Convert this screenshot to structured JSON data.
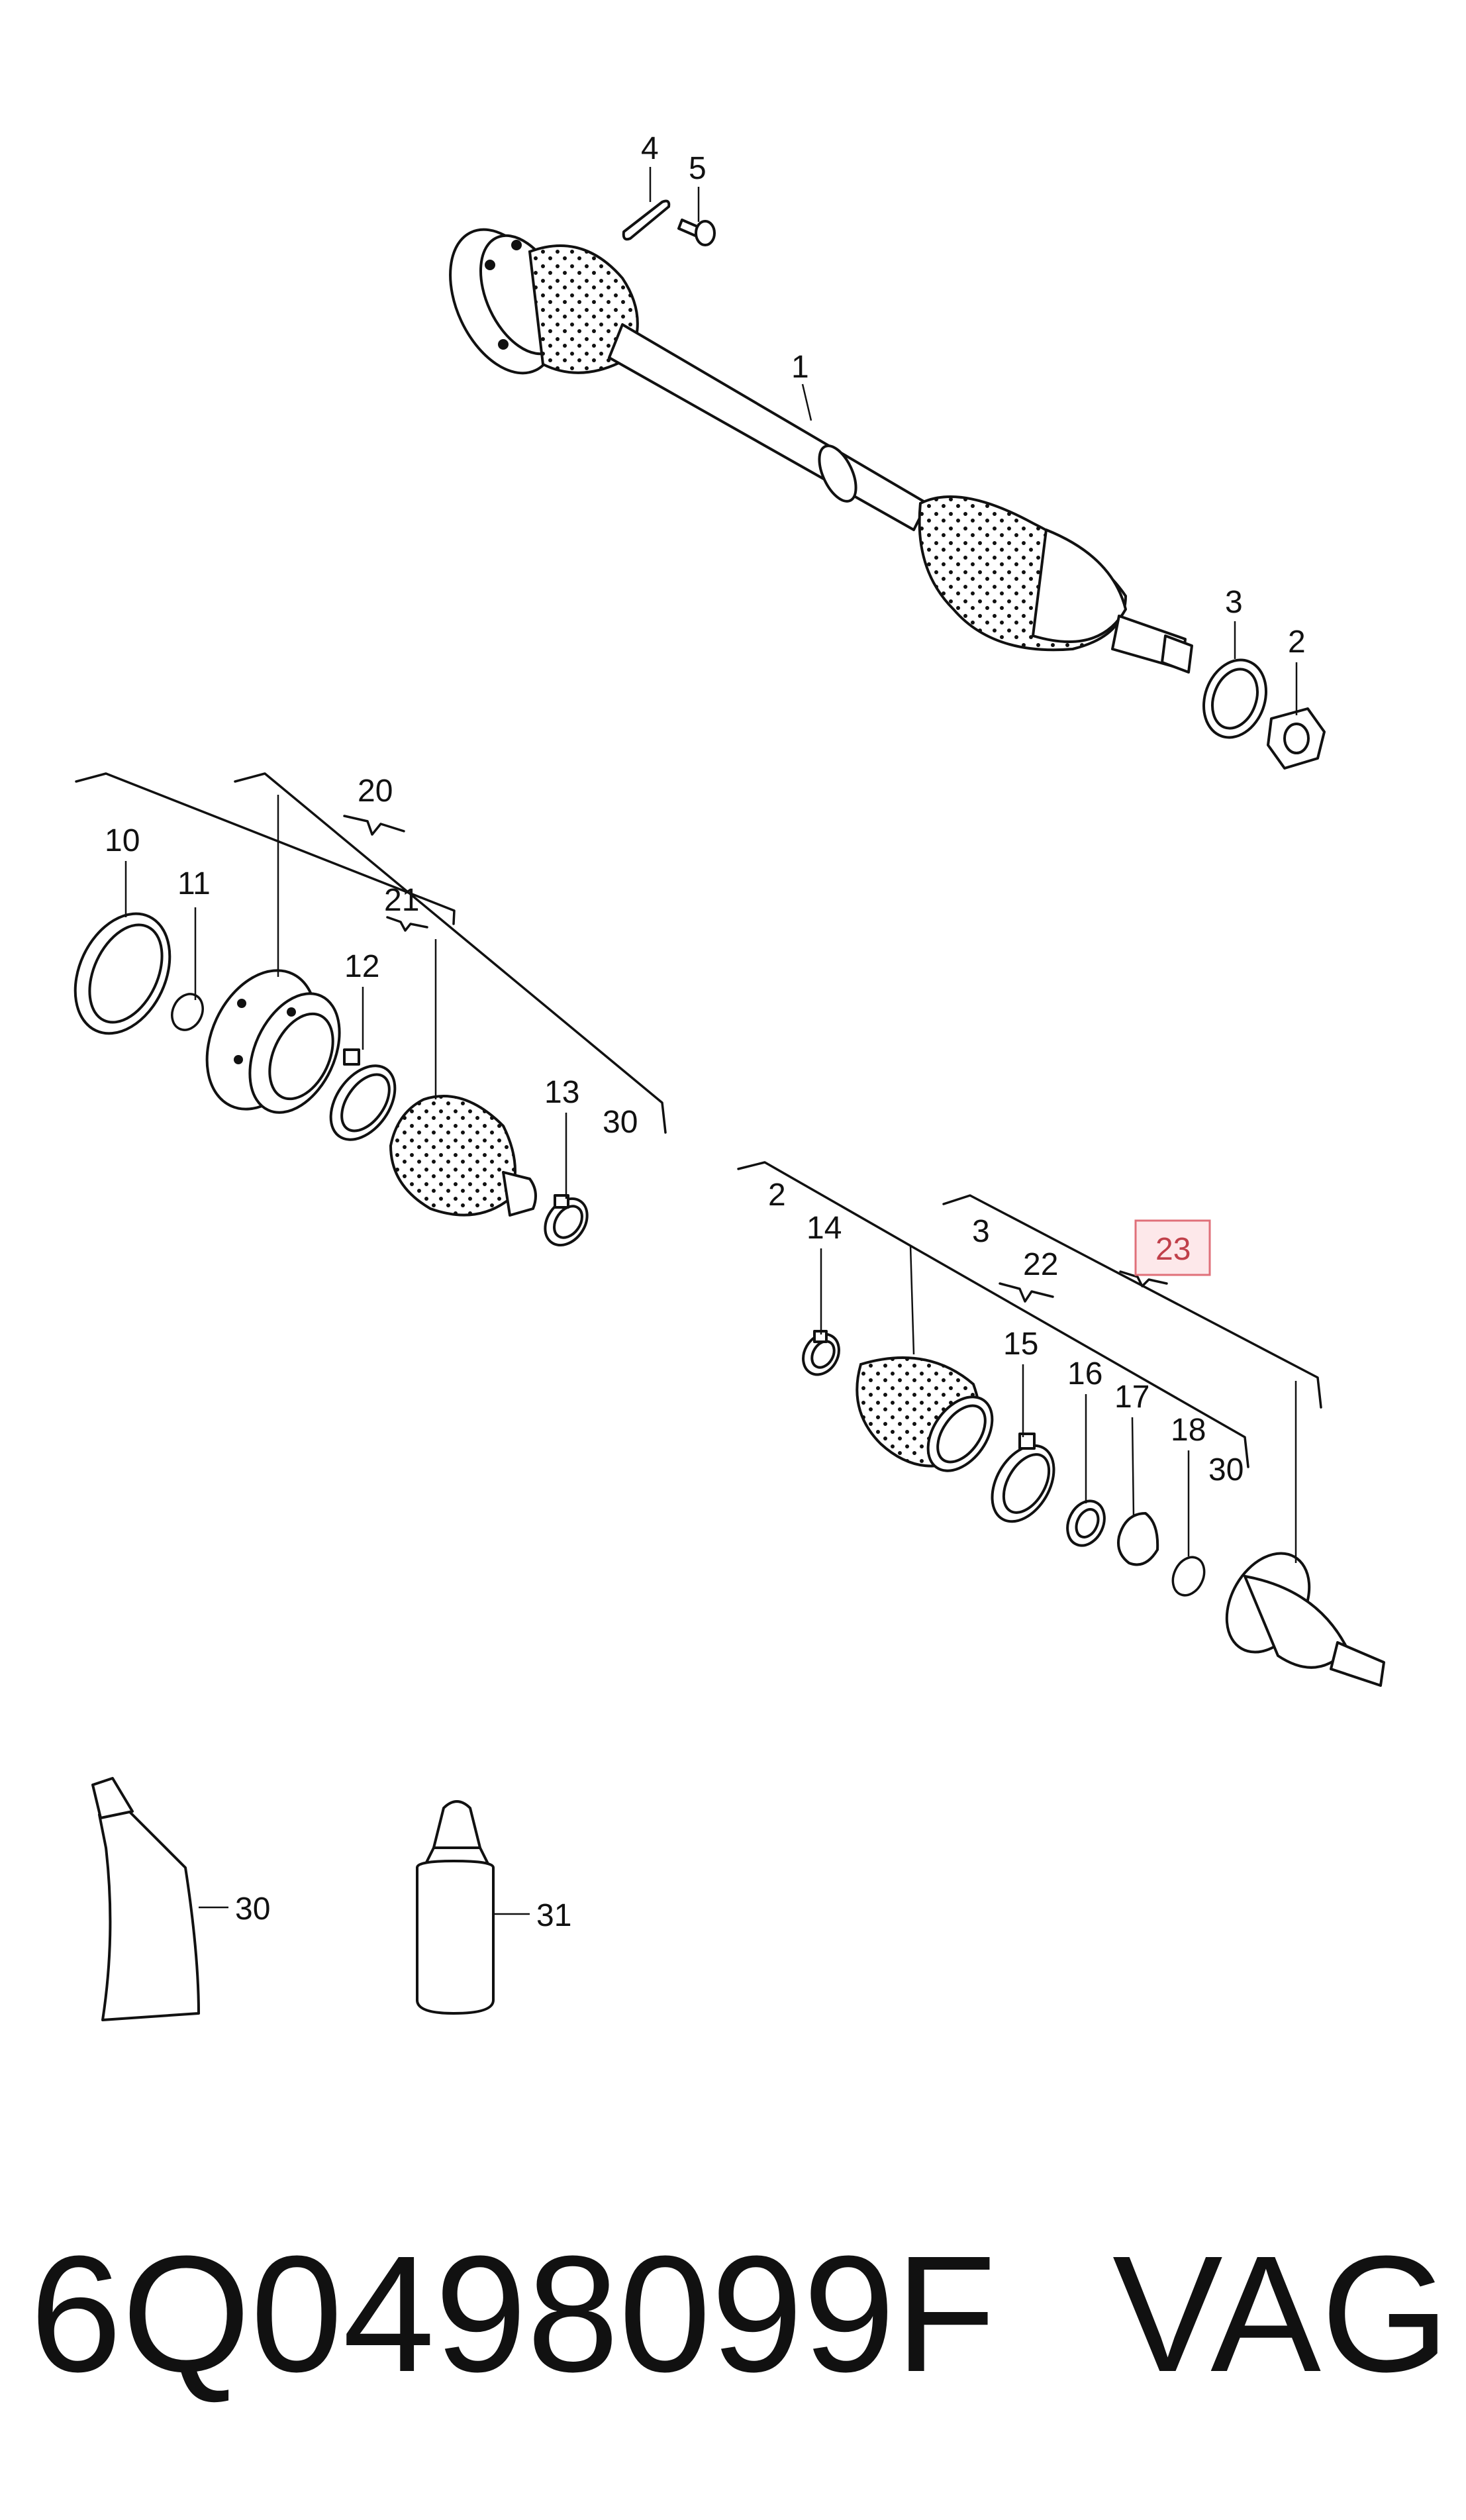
{
  "callouts": {
    "c1": "1",
    "c2": "2",
    "c3": "3",
    "c4": "4",
    "c5": "5",
    "c10": "10",
    "c11": "11",
    "c12": "12",
    "c13": "13",
    "c20": "20",
    "c21": "21",
    "c30a": "30",
    "c2b": "2",
    "c3b": "3",
    "c14": "14",
    "c15": "15",
    "c16": "16",
    "c17": "17",
    "c18": "18",
    "c22": "22",
    "c23": "23",
    "c30b": "30",
    "c30c": "30",
    "c31": "31"
  },
  "footer": {
    "part_number": "6Q0498099F",
    "brand": "VAG"
  },
  "colors": {
    "highlight_fill": "#fde8ea",
    "highlight_border": "#e0707a",
    "highlight_text": "#c0404a"
  }
}
